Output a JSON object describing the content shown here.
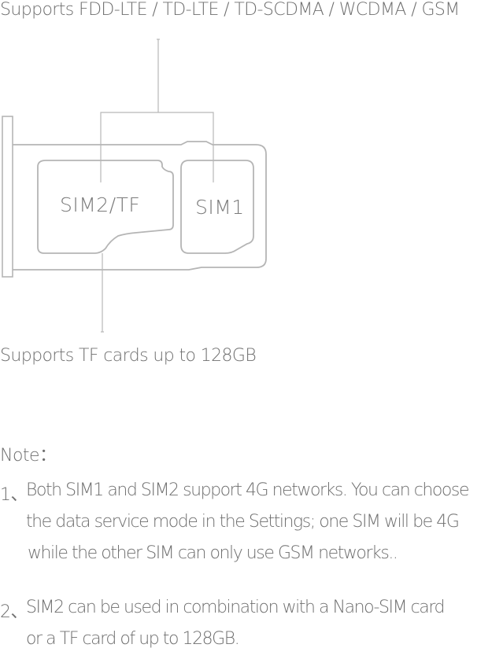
{
  "captions": {
    "networks": "Supports FDD-LTE / TD-LTE / TD-SCDMA / WCDMA / GSM",
    "tf_support": "Supports TF cards up to 128GB"
  },
  "tray": {
    "slot_left_label": "SIM2/TF",
    "slot_right_label": "SIM1"
  },
  "note": {
    "title": "Note：",
    "items": [
      {
        "number": "1、",
        "lines": [
          "Both SIM1 and SIM2 support 4G networks. You can choose",
          "the data service mode in the Settings; one SIM will be 4G",
          "while the other SIM can only use GSM networks.."
        ]
      },
      {
        "number": "2、",
        "lines": [
          "SIM2 can be used in combination with a Nano-SIM card",
          "or a TF card of up to 128GB."
        ]
      }
    ]
  },
  "colors": {
    "line": "#b5b5b5",
    "text": "#6f6f6f",
    "background": "#ffffff"
  }
}
